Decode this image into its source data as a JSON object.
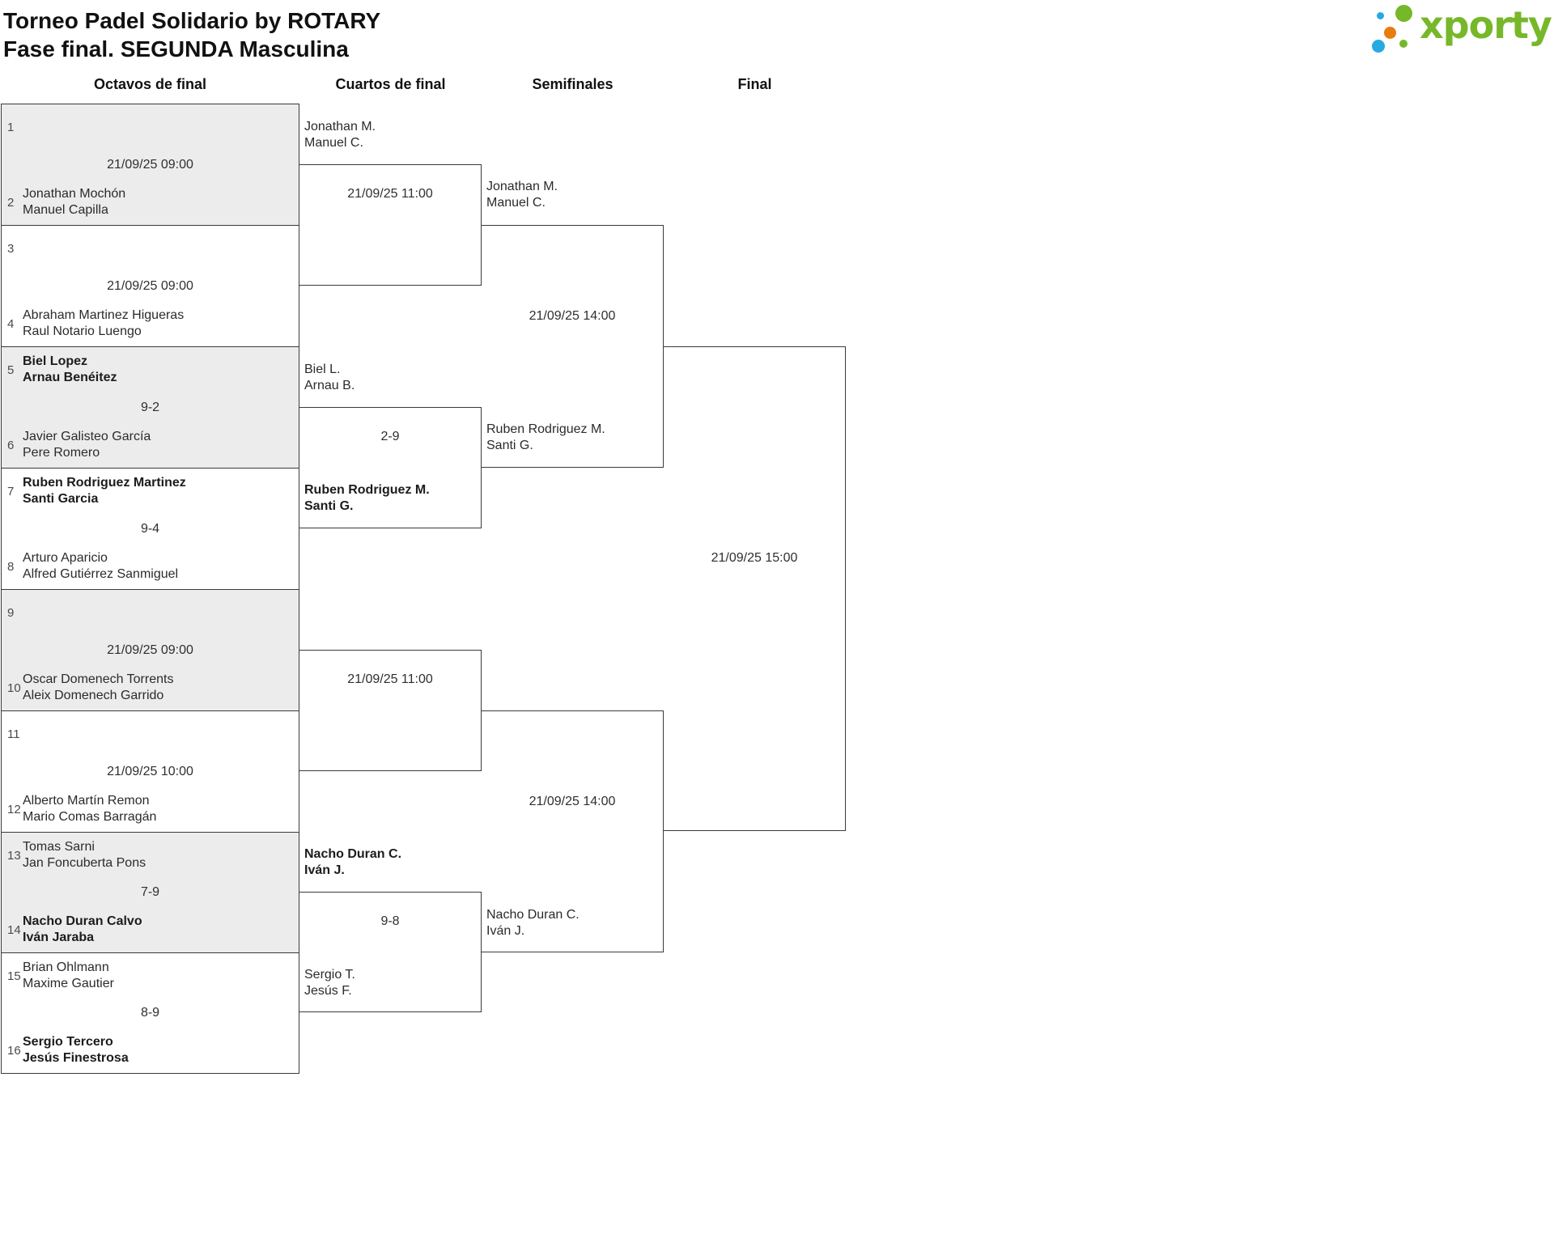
{
  "header": {
    "title": "Torneo Padel Solidario by ROTARY",
    "subtitle": "Fase final. SEGUNDA Masculina"
  },
  "logo": {
    "brand": "xporty"
  },
  "colors": {
    "brand_green": "#76b82a",
    "brand_blue": "#29a9e1",
    "brand_orange": "#e87d0d",
    "box_grey": "#ececec",
    "line": "#3a3a3a"
  },
  "round_headers": {
    "octavos": "Octavos de final",
    "cuartos": "Cuartos de final",
    "semifinales": "Semifinales",
    "final": "Final"
  },
  "octavos": {
    "m1": {
      "pos1": "1",
      "pos2": "2",
      "center": "21/09/25 09:00",
      "t2p1": "Jonathan Mochón",
      "t2p2": "Manuel Capilla"
    },
    "m2": {
      "pos1": "3",
      "pos2": "4",
      "center": "21/09/25 09:00",
      "t2p1": "Abraham Martinez Higueras",
      "t2p2": "Raul Notario Luengo"
    },
    "m3": {
      "pos1": "5",
      "pos2": "6",
      "center": "9-2",
      "t1p1": "Biel Lopez",
      "t1p2": "Arnau Benéitez",
      "t2p1": "Javier Galisteo García",
      "t2p2": "Pere Romero"
    },
    "m4": {
      "pos1": "7",
      "pos2": "8",
      "center": "9-4",
      "t1p1": "Ruben Rodriguez Martinez",
      "t1p2": "Santi Garcia",
      "t2p1": "Arturo Aparicio",
      "t2p2": "Alfred Gutiérrez Sanmiguel"
    },
    "m5": {
      "pos1": "9",
      "pos2": "10",
      "center": "21/09/25 09:00",
      "t2p1": "Oscar Domenech Torrents",
      "t2p2": "Aleix Domenech Garrido"
    },
    "m6": {
      "pos1": "11",
      "pos2": "12",
      "center": "21/09/25 10:00",
      "t2p1": "Alberto Martín Remon",
      "t2p2": "Mario Comas Barragán"
    },
    "m7": {
      "pos1": "13",
      "pos2": "14",
      "center": "7-9",
      "t1p1": "Tomas Sarni",
      "t1p2": "Jan Foncuberta Pons",
      "t2p1": "Nacho Duran Calvo",
      "t2p2": "Iván Jaraba"
    },
    "m8": {
      "pos1": "15",
      "pos2": "16",
      "center": "8-9",
      "t1p1": "Brian Ohlmann",
      "t1p2": "Maxime Gautier",
      "t2p1": "Sergio Tercero",
      "t2p2": "Jesús Finestrosa"
    }
  },
  "cuartos": {
    "qf1": {
      "center": "21/09/25 11:00",
      "t1p1": "Jonathan M.",
      "t1p2": "Manuel C."
    },
    "qf2": {
      "center": "2-9",
      "t1p1": "Biel L.",
      "t1p2": "Arnau B.",
      "t2p1": "Ruben Rodriguez M.",
      "t2p2": "Santi G."
    },
    "qf3": {
      "center": "21/09/25 11:00"
    },
    "qf4": {
      "center": "9-8",
      "t1p1": "Nacho Duran C.",
      "t1p2": "Iván J.",
      "t2p1": "Sergio T.",
      "t2p2": "Jesús F."
    }
  },
  "semifinales": {
    "sf1": {
      "center": "21/09/25 14:00",
      "t1p1": "Jonathan M.",
      "t1p2": "Manuel C.",
      "t2p1": "Ruben Rodriguez M.",
      "t2p2": "Santi G."
    },
    "sf2": {
      "center": "21/09/25 14:00",
      "t2p1": "Nacho Duran C.",
      "t2p2": "Iván J."
    }
  },
  "final": {
    "f1": {
      "center": "21/09/25 15:00"
    }
  }
}
